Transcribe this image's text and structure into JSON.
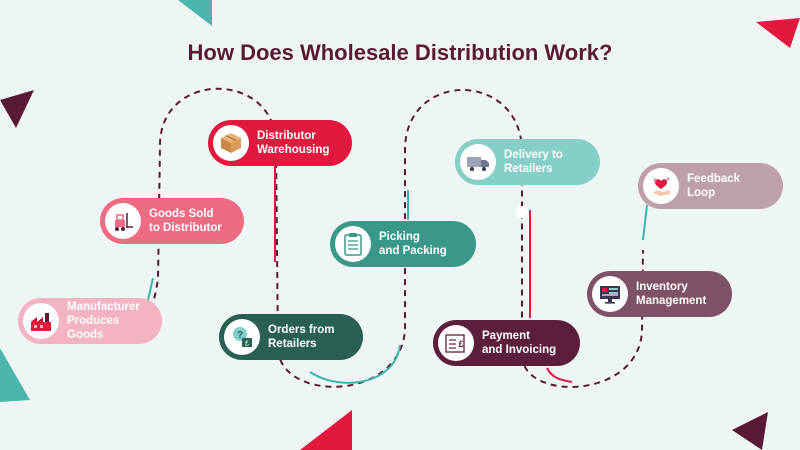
{
  "title": "How Does Wholesale Distribution Work?",
  "steps": [
    {
      "label": "Manufacturer\nProduces Goods",
      "icon": "factory-icon",
      "color": "#f4b3c3"
    },
    {
      "label": "Goods Sold\nto Distributor",
      "icon": "forklift-icon",
      "color": "#ee6b84"
    },
    {
      "label": "Distributor\nWarehousing",
      "icon": "box-icon",
      "color": "#e3183f"
    },
    {
      "label": "Orders from\nRetailers",
      "icon": "order-icon",
      "color": "#2a6054"
    },
    {
      "label": "Picking\nand Packing",
      "icon": "clipboard-icon",
      "color": "#3a9889"
    },
    {
      "label": "Delivery to\nRetailers",
      "icon": "truck-icon",
      "color": "#86cfc7"
    },
    {
      "label": "Payment\nand Invoicing",
      "icon": "invoice-icon",
      "color": "#5c1f3b"
    },
    {
      "label": "Inventory\nManagement",
      "icon": "monitor-icon",
      "color": "#7e5266"
    },
    {
      "label": "Feedback Loop",
      "icon": "feedback-icon",
      "color": "#bea0ab"
    }
  ],
  "colors": {
    "title": "#5a1a35",
    "path": "#5a1a35",
    "teal_accent": "#3fb4a8",
    "red_accent": "#e3183f",
    "background": "#eef6f5"
  }
}
